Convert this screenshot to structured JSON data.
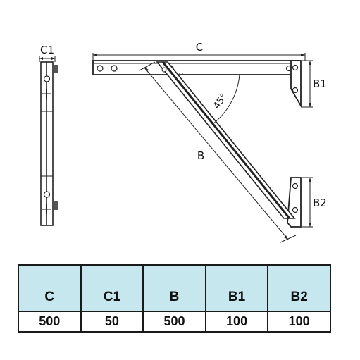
{
  "drawing": {
    "label_c": "C",
    "label_c1": "C1",
    "label_b": "B",
    "label_b1": "B1",
    "label_b2": "B2",
    "angle": "45°"
  },
  "table": {
    "headers": [
      "C",
      "C1",
      "B",
      "B1",
      "B2"
    ],
    "values": [
      "500",
      "50",
      "500",
      "100",
      "100"
    ]
  }
}
